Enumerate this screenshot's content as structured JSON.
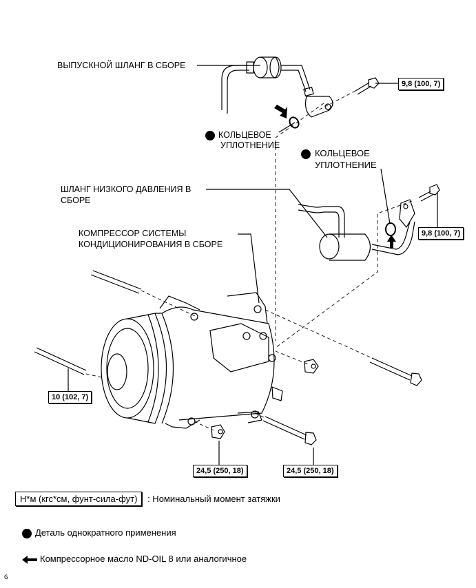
{
  "diagram": {
    "labels": {
      "discharge_hose": "ВЫПУСКНОЙ ШЛАНГ В СБОРЕ",
      "o_ring_1_line1": "КОЛЬЦЕВОЕ",
      "o_ring_1_line2": "УПЛОТНЕНИЕ",
      "o_ring_2_line1": "КОЛЬЦЕВОЕ",
      "o_ring_2_line2": "УПЛОТНЕНИЕ",
      "suction_hose_line1": "ШЛАНГ НИЗКОГО ДАВЛЕНИЯ В",
      "suction_hose_line2": "СБОРЕ",
      "compressor_line1": "КОМПРЕССОР СИСТЕМЫ",
      "compressor_line2": "КОНДИЦИОНИРОВАНИЯ В СБОРЕ"
    },
    "torques": {
      "discharge_bolt": "9,8 (100, 7)",
      "suction_bolt": "9,8 (100, 7)",
      "stud_bolt": "10 (102, 7)",
      "nut": "24,5 (250, 18)",
      "mount_bolt": "24,5 (250, 18)"
    },
    "icons": {
      "non_reusable": "filled-circle",
      "oil": "left-arrow"
    }
  },
  "legend": {
    "unit": "Н*м (кгс*см, фунт-сила-фут)",
    "unit_desc": ": Номинальный момент затяжки",
    "non_reusable": "Деталь однократного применения",
    "oil": "Компрессорное масло ND-OIL 8 или аналогичное"
  },
  "figure_code": "G"
}
